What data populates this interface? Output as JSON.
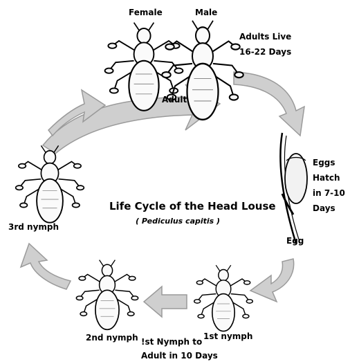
{
  "title": "Life Cycle of the Head Louse",
  "subtitle": "( Pediculus capitis )",
  "stages": {
    "female": "Female",
    "male": "Male",
    "adult": "Adult",
    "egg": "Egg",
    "nymph1": "1st nymph",
    "nymph2": "2nd nymph",
    "nymph3": "3rd nymph"
  },
  "notes": {
    "adults_live": [
      "Adults Live",
      "16-22 Days"
    ],
    "eggs_hatch": [
      "Eggs Hatch",
      "in 7-10",
      "Days"
    ],
    "nymph_to_adult": [
      "!st Nymph to",
      "Adult in 10 Days"
    ]
  },
  "colors": {
    "arrow_fill": "#cfcfcf",
    "arrow_stroke": "#9a9a9a",
    "ink": "#000000"
  }
}
